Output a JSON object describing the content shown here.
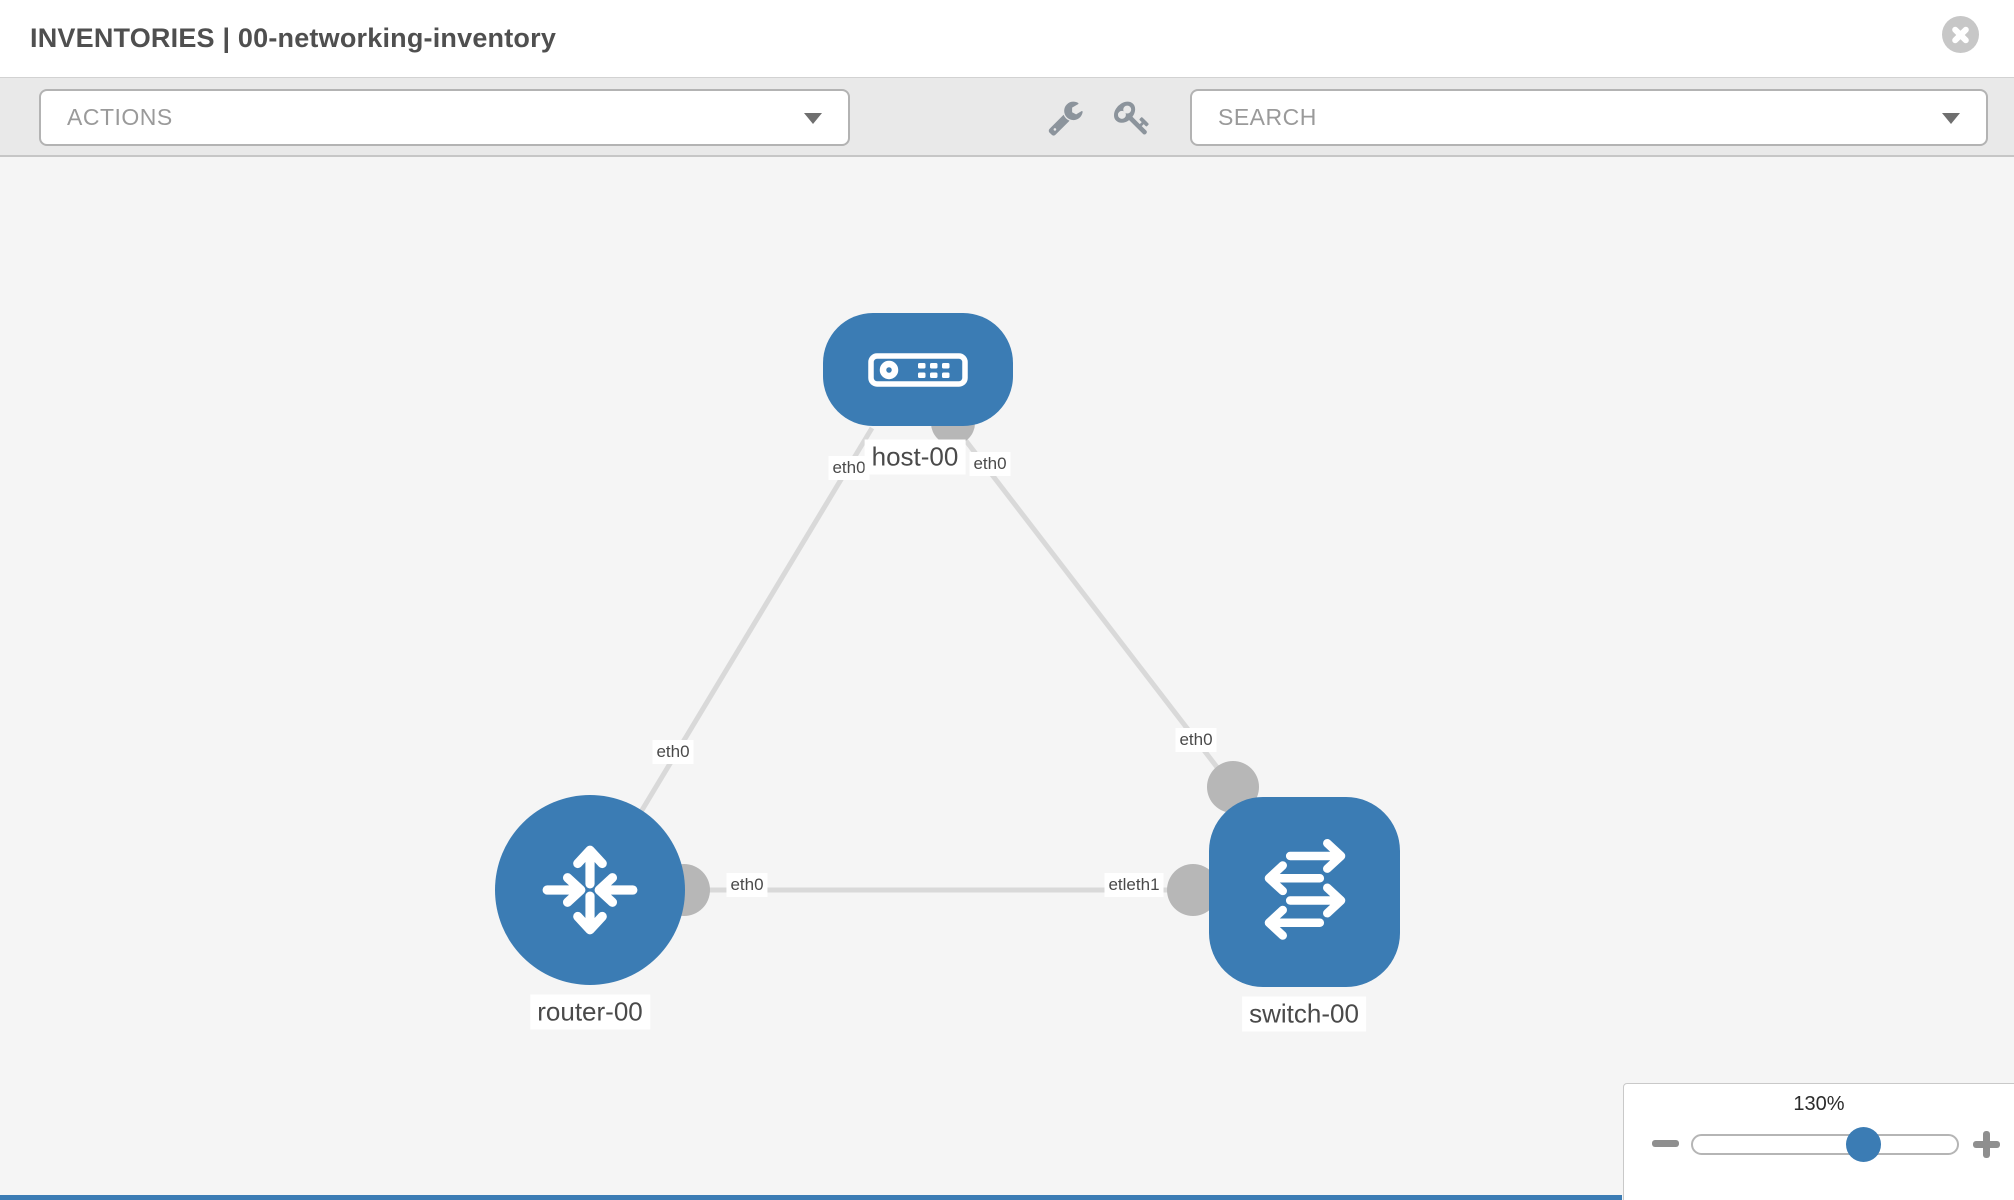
{
  "header": {
    "title": "INVENTORIES | 00-networking-inventory",
    "close_icon": "x-circle"
  },
  "toolbar": {
    "actions_label": "ACTIONS",
    "search_placeholder": "SEARCH",
    "icons": {
      "tools": "wrench-icon",
      "credentials": "key-icon",
      "dropdown": "caret-down-icon"
    }
  },
  "topology": {
    "nodes": [
      {
        "id": "host-00",
        "type": "host",
        "label": "host-00"
      },
      {
        "id": "router-00",
        "type": "router",
        "label": "router-00"
      },
      {
        "id": "switch-00",
        "type": "switch",
        "label": "switch-00"
      }
    ],
    "links": [
      {
        "from": "host-00",
        "to": "router-00"
      },
      {
        "from": "host-00",
        "to": "switch-00"
      },
      {
        "from": "router-00",
        "to": "switch-00"
      }
    ],
    "iface_labels": {
      "host_left": "eth0",
      "host_right": "eth0",
      "router_top": "eth0",
      "router_right": "eth0",
      "switch_top": "eth0",
      "switch_left": "etleth1"
    }
  },
  "zoom_control": {
    "value": "130%",
    "icons": {
      "zoom_out": "minus-icon",
      "zoom_in": "plus-icon"
    }
  },
  "colors": {
    "node_blue": "#3b7cb4",
    "link_gray": "#d9d9d9",
    "dot_gray": "#b7b7b7",
    "toolbar_bg": "#e9e9e9",
    "canvas_bg": "#f5f5f5",
    "label_text": "#4a4a4a"
  }
}
